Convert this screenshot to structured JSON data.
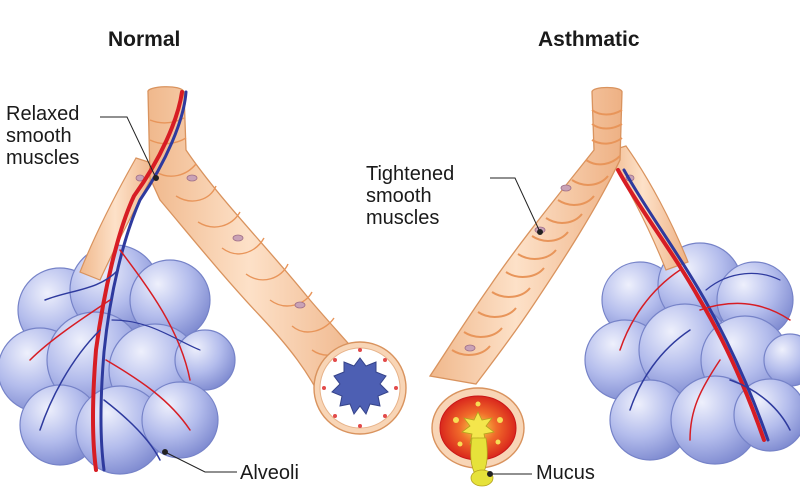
{
  "panels": {
    "normal": {
      "title": "Normal",
      "muscle_label": [
        "Relaxed",
        "smooth",
        "muscles"
      ],
      "alveoli_label": "Alveoli"
    },
    "asthmatic": {
      "title": "Asthmatic",
      "muscle_label": [
        "Tightened",
        "smooth",
        "muscles"
      ],
      "mucus_label": "Mucus"
    }
  },
  "colors": {
    "airway": "#f6c9a3",
    "airway_edge": "#d9935e",
    "muscle_band": "#e8955a",
    "alveoli": "#a9b3e8",
    "alveoli_edge": "#6f7cc4",
    "artery": "#d71d24",
    "vein": "#2e3a9e",
    "lumen_open": "#4d5fb3",
    "inflamed": "#e02a1f",
    "mucus": "#e6e23a"
  }
}
